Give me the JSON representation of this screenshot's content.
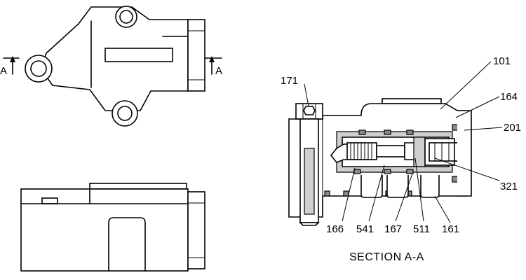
{
  "section_marks": {
    "left": "A",
    "right": "A"
  },
  "callouts": {
    "c101": "101",
    "c164": "164",
    "c201": "201",
    "c171": "171",
    "c321": "321",
    "c166": "166",
    "c541": "541",
    "c167": "167",
    "c511": "511",
    "c161": "161"
  },
  "caption": "SECTION  A-A"
}
